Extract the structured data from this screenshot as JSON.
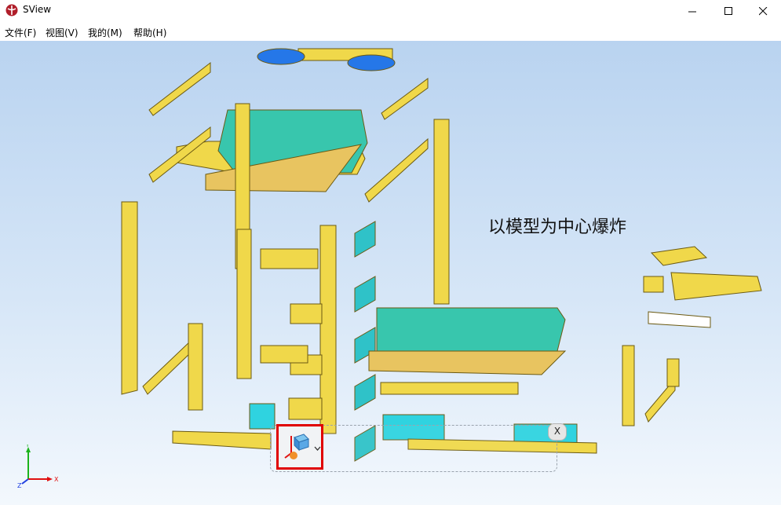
{
  "window": {
    "title": "SView"
  },
  "menu": {
    "items": [
      "文件(F)",
      "视图(V)",
      "我的(M)",
      "帮助(H)"
    ]
  },
  "viewport": {
    "overlay_text": "以模型为中心爆炸",
    "axis_labels": {
      "y": "Y",
      "x": "X",
      "z": "Z"
    }
  },
  "explode_toolbar": {
    "close_label": "X",
    "dropdown_icon": "chevron-down-icon",
    "mode_icon": "explode-center-icon"
  },
  "colors": {
    "accent": "#e00000",
    "part_yellow": "#f0d84a",
    "part_teal": "#38c6ad",
    "part_cyan": "#2fd3e0",
    "part_blue": "#2577e8"
  }
}
